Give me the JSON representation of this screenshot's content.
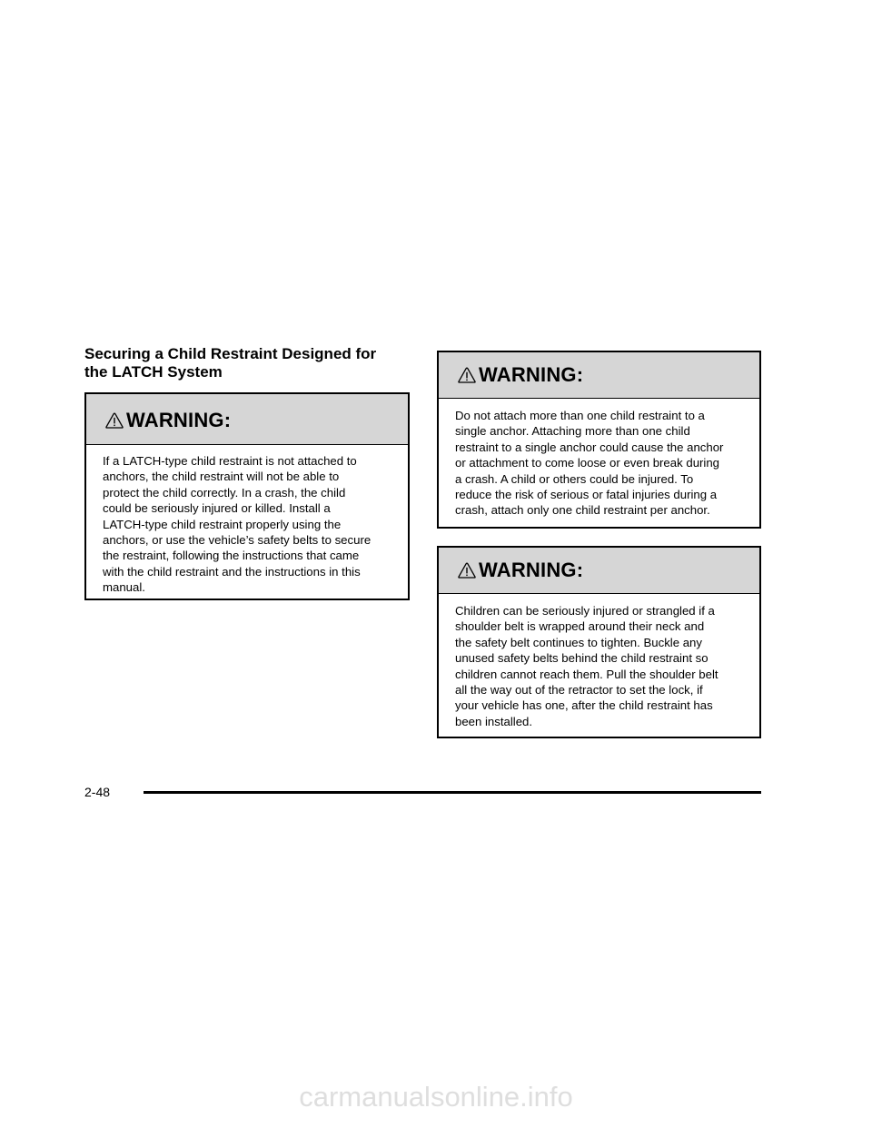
{
  "section": {
    "title_line1": "Securing a Child Restraint Designed for",
    "title_line2": "the LATCH System"
  },
  "warnings": [
    {
      "label": "WARNING:",
      "lines": [
        "If a LATCH-type child restraint is not attached to",
        "anchors, the child restraint will not be able to",
        "protect the child correctly. In a crash, the child",
        "could be seriously injured or killed. Install a",
        "LATCH-type child restraint properly using the",
        "anchors, or use the vehicle’s safety belts to secure",
        "the restraint, following the instructions that came",
        "with the child restraint and the instructions in this",
        "manual."
      ]
    },
    {
      "label": "WARNING:",
      "lines": [
        "Do not attach more than one child restraint to a",
        "single anchor. Attaching more than one child",
        "restraint to a single anchor could cause the anchor",
        "or attachment to come loose or even break during",
        "a crash. A child or others could be injured. To",
        "reduce the risk of serious or fatal injuries during a",
        "crash, attach only one child restraint per anchor."
      ]
    },
    {
      "label": "WARNING:",
      "lines": [
        "Children can be seriously injured or strangled if a",
        "shoulder belt is wrapped around their neck and",
        "the safety belt continues to tighten. Buckle any",
        "unused safety belts behind the child restraint so",
        "children cannot reach them. Pull the shoulder belt",
        "all the way out of the retractor to set the lock, if",
        "your vehicle has one, after the child restraint has",
        "been installed."
      ]
    }
  ],
  "footer": {
    "page_number": "2-48"
  },
  "watermark": {
    "text": "carmanualsonline.info"
  },
  "icons": {
    "warning": "warning-triangle-icon"
  }
}
